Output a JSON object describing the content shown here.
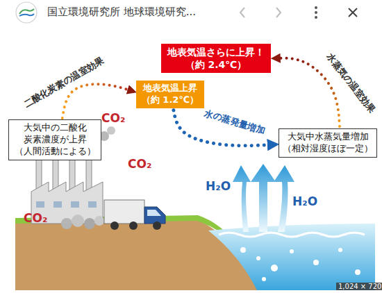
{
  "diagram": {
    "nodes": [
      {
        "text": [
          "地表気温さらに上昇！ （約 2.4℃）"
        ]
      },
      {
        "text": [
          "地表気温上昇 （約 1.2℃）"
        ]
      },
      {
        "text": [
          "大気中の二酸化 炭素濃度が上昇 （人間活動による）"
        ]
      },
      {
        "text": [
          "大気中水蒸気量増加 （相対湿度ほぼ一定）"
        ]
      }
    ],
    "edges": [
      {
        "from": 2,
        "to": 1,
        "arrow": "to",
        "label": "二酸化炭素の温室効果"
      },
      {
        "from": 1,
        "to": 3,
        "arrow": "to",
        "label": "水の蒸発量増加"
      },
      {
        "from": 3,
        "to": 0,
        "arrow": "to",
        "label": "水蒸気の温室効果"
      }
    ],
    "labels": [
      "国立環境研究所 地球環境研究...",
      "CO₂",
      "CO₂",
      "CO₂",
      "H₂O",
      "H₂O",
      "1,024 × 720"
    ]
  }
}
